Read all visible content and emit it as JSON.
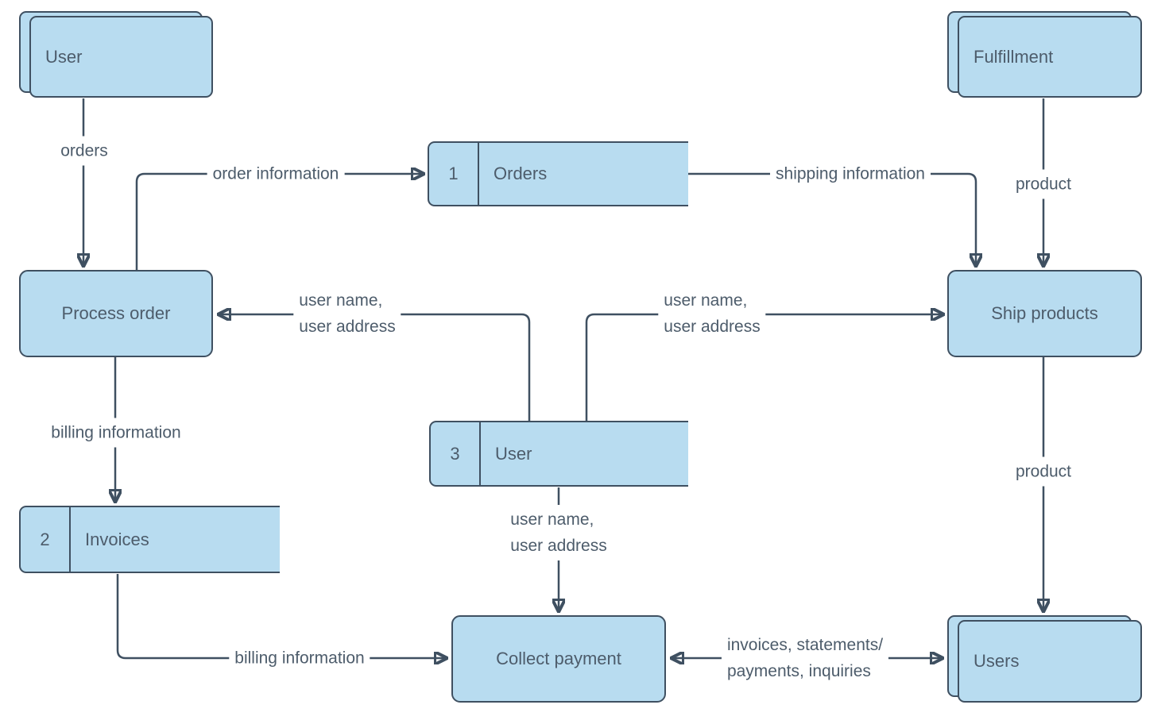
{
  "diagram": {
    "colors": {
      "node_fill": "#b8dcf0",
      "node_border": "#3f5061",
      "connector": "#3f5061",
      "text": "#4d5c6b",
      "background": "#ffffff"
    },
    "entities": {
      "user_top": {
        "label": "User"
      },
      "fulfillment": {
        "label": "Fulfillment"
      },
      "users_bottom": {
        "label": "Users"
      }
    },
    "processes": {
      "process_order": {
        "label": "Process order"
      },
      "ship_products": {
        "label": "Ship products"
      },
      "collect_payment": {
        "label": "Collect payment"
      }
    },
    "stores": {
      "orders": {
        "number": "1",
        "label": "Orders"
      },
      "invoices": {
        "number": "2",
        "label": "Invoices"
      },
      "user": {
        "number": "3",
        "label": "User"
      }
    },
    "flows": {
      "orders": {
        "label": "orders"
      },
      "order_information": {
        "label": "order information"
      },
      "shipping_information": {
        "label": "shipping information"
      },
      "product_to_ship": {
        "label": "product"
      },
      "product_to_users": {
        "label": "product"
      },
      "billing_information_down": {
        "label": "billing information"
      },
      "billing_information_right": {
        "label": "billing information"
      },
      "user_details_left": {
        "line1": "user name,",
        "line2": "user address"
      },
      "user_details_right": {
        "line1": "user name,",
        "line2": "user address"
      },
      "user_details_down": {
        "line1": "user name,",
        "line2": "user address"
      },
      "invoices_statements": {
        "line1": "invoices, statements/",
        "line2": "payments, inquiries"
      }
    }
  }
}
